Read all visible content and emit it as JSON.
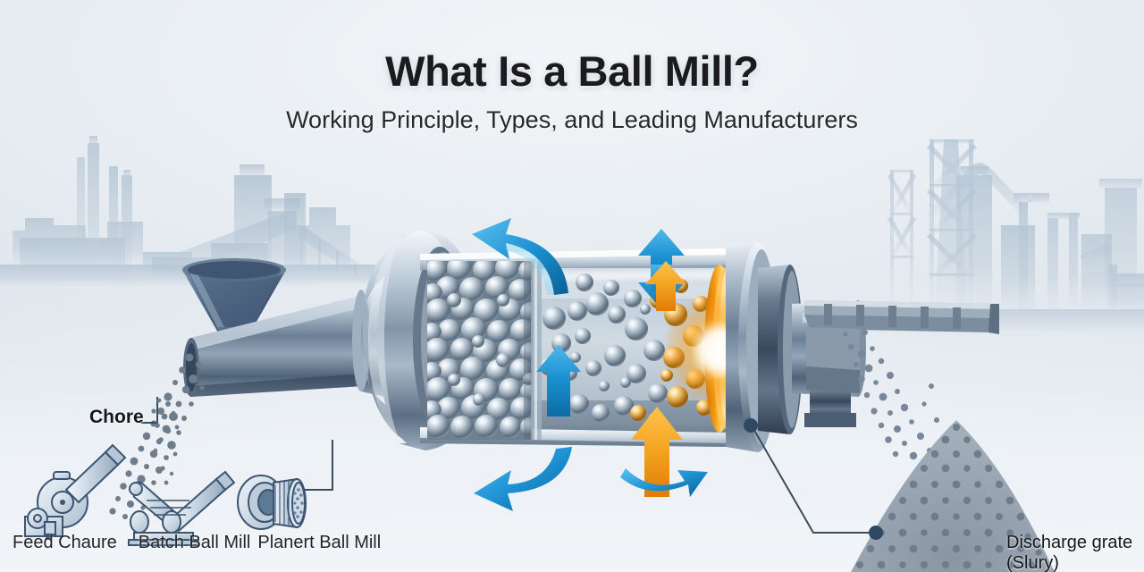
{
  "theme": {
    "background_top": "#f2f5f8",
    "background_bottom": "#cfd9e2",
    "skyline": "#b9c8d6",
    "title_color": "#1b1b1d",
    "accent_blue": "#1c92d2",
    "accent_blue_deep": "#0f6fa8",
    "accent_orange": "#f5a623",
    "accent_orange_deep": "#e07b05",
    "steel_light": "#e3e9ef",
    "steel_mid": "#8fa2b4",
    "steel_dark": "#41536a",
    "line_color": "#3d4c5c",
    "glow_hot": "#fff4c2"
  },
  "header": {
    "title": "What Is a Ball Mill?",
    "subtitle": "Working Principle, Types, and Leading Manufacturers"
  },
  "callouts": {
    "feed_chute": "Chore",
    "discharge_line1": "Discharge grate",
    "discharge_line2": "(Slury)"
  },
  "thumbnails": [
    {
      "caption": "Feed Chaure",
      "icon": "feed-chute-icon"
    },
    {
      "caption": "Batch Ball Mill",
      "icon": "batch-ball-mill-icon"
    },
    {
      "caption": "Planert Ball Mill",
      "icon": "planetary-ball-mill-icon"
    }
  ],
  "diagram": {
    "type": "cutaway-illustration",
    "subject": "horizontal ball mill with cutaway drum",
    "parts": [
      {
        "name": "feed-hopper",
        "label": ""
      },
      {
        "name": "feed-trunnion",
        "label": ""
      },
      {
        "name": "drum-shell",
        "label": ""
      },
      {
        "name": "grinding-ball-charge",
        "label": ""
      },
      {
        "name": "discharge-grate",
        "label": ""
      },
      {
        "name": "discharge-chute",
        "label": ""
      },
      {
        "name": "product-pile",
        "label": ""
      }
    ],
    "arrows": [
      {
        "name": "rotation-arrow-top-left",
        "color": "#1c92d2",
        "direction": "counter-clockwise"
      },
      {
        "name": "rotation-arrow-bottom-left",
        "color": "#1c92d2",
        "direction": "counter-clockwise"
      },
      {
        "name": "lift-arrow-blue-up",
        "color": "#1c92d2",
        "direction": "up-down"
      },
      {
        "name": "lift-arrow-orange-up",
        "color": "#f5a623",
        "direction": "up"
      },
      {
        "name": "flow-arrow-blue-center",
        "color": "#1c92d2",
        "direction": "up"
      },
      {
        "name": "discharge-arrow-orange",
        "color": "#f5a623",
        "direction": "up"
      },
      {
        "name": "rotation-arrow-bottom-right",
        "color": "#1c92d2",
        "direction": "right"
      }
    ]
  }
}
